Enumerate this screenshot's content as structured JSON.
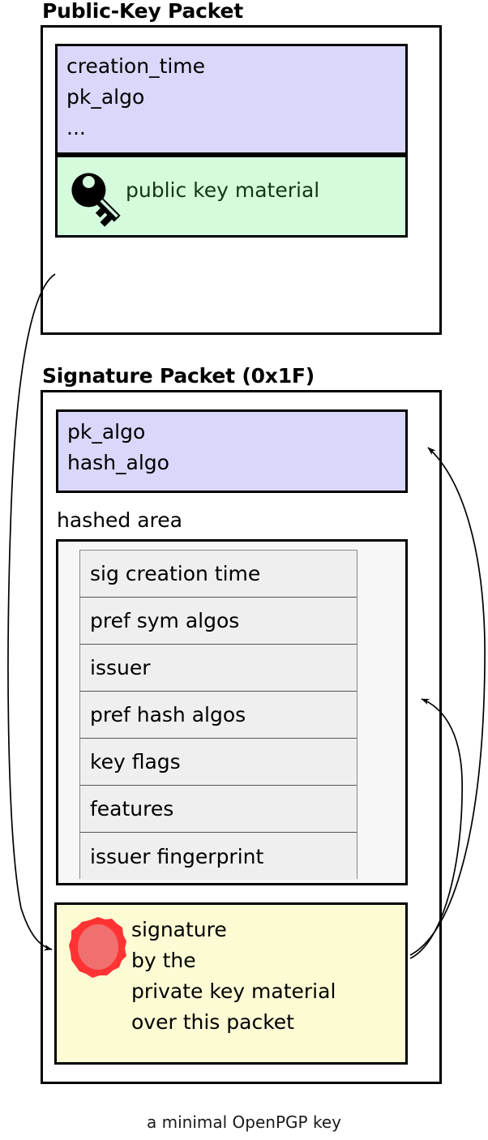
{
  "diagram": {
    "caption": "a minimal OpenPGP key",
    "colors": {
      "purple_fill": "#d9d7fa",
      "green_fill": "#d3fbdc",
      "yellow_fill": "#fcfbd4",
      "subarea_fill": "#f7f7f7",
      "subpacket_fill": "#efefef",
      "seal_outer": "#ff3333",
      "seal_inner": "#f07070",
      "stroke": "#000000",
      "green_text": "#153615"
    }
  },
  "public_key_packet": {
    "title": "Public-Key Packet",
    "header_fields": "creation_time\npk_algo\n...",
    "header_field_list": [
      "creation_time",
      "pk_algo",
      "..."
    ],
    "key_material_label": "public key material",
    "key_icon": "key-icon"
  },
  "signature_packet": {
    "title": "Signature Packet (0x1F)",
    "header_fields": "pk_algo\nhash_algo",
    "header_field_list": [
      "pk_algo",
      "hash_algo"
    ],
    "hashed_area_label": "hashed area",
    "subpackets": [
      "sig creation time",
      "pref sym algos",
      "issuer",
      "pref hash algos",
      "key flags",
      "features",
      "issuer fingerprint"
    ],
    "signature_text": "signature\nby the\nprivate key material\nover this packet",
    "signature_lines": [
      "signature",
      "by the",
      "private key material",
      "over this packet"
    ],
    "seal_icon": "wax-seal-icon"
  },
  "connectors": [
    {
      "name": "public-key-to-signature",
      "from": "public-key-packet",
      "to": "signature-block"
    },
    {
      "name": "signature-to-sig-header",
      "from": "signature-block",
      "to": "signature-header-fields"
    },
    {
      "name": "signature-to-hashed-area",
      "from": "signature-block",
      "to": "hashed-area"
    }
  ]
}
